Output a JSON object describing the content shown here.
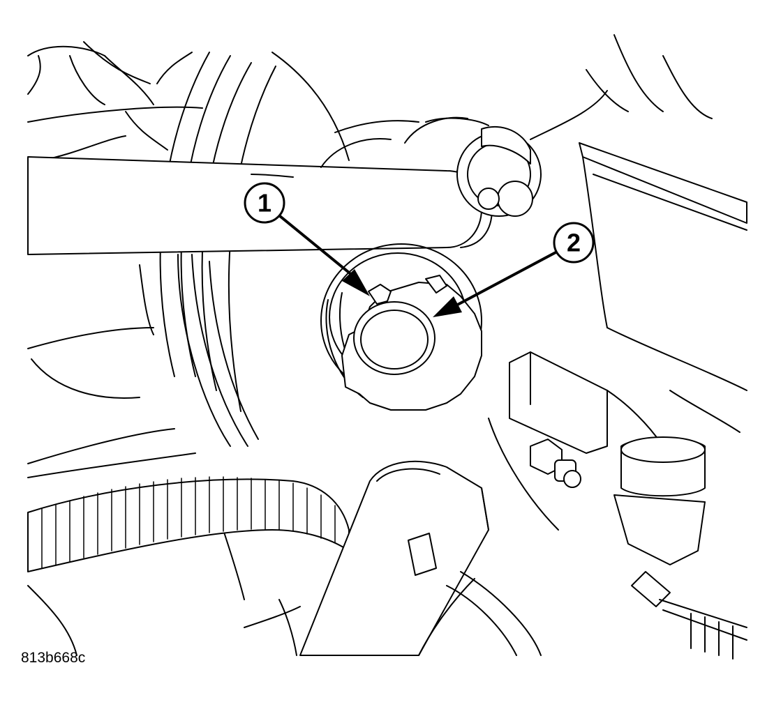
{
  "figure": {
    "code": "813b668c",
    "background": "#ffffff",
    "line_color": "#000000"
  },
  "callouts": [
    {
      "number": "1"
    },
    {
      "number": "2"
    }
  ]
}
